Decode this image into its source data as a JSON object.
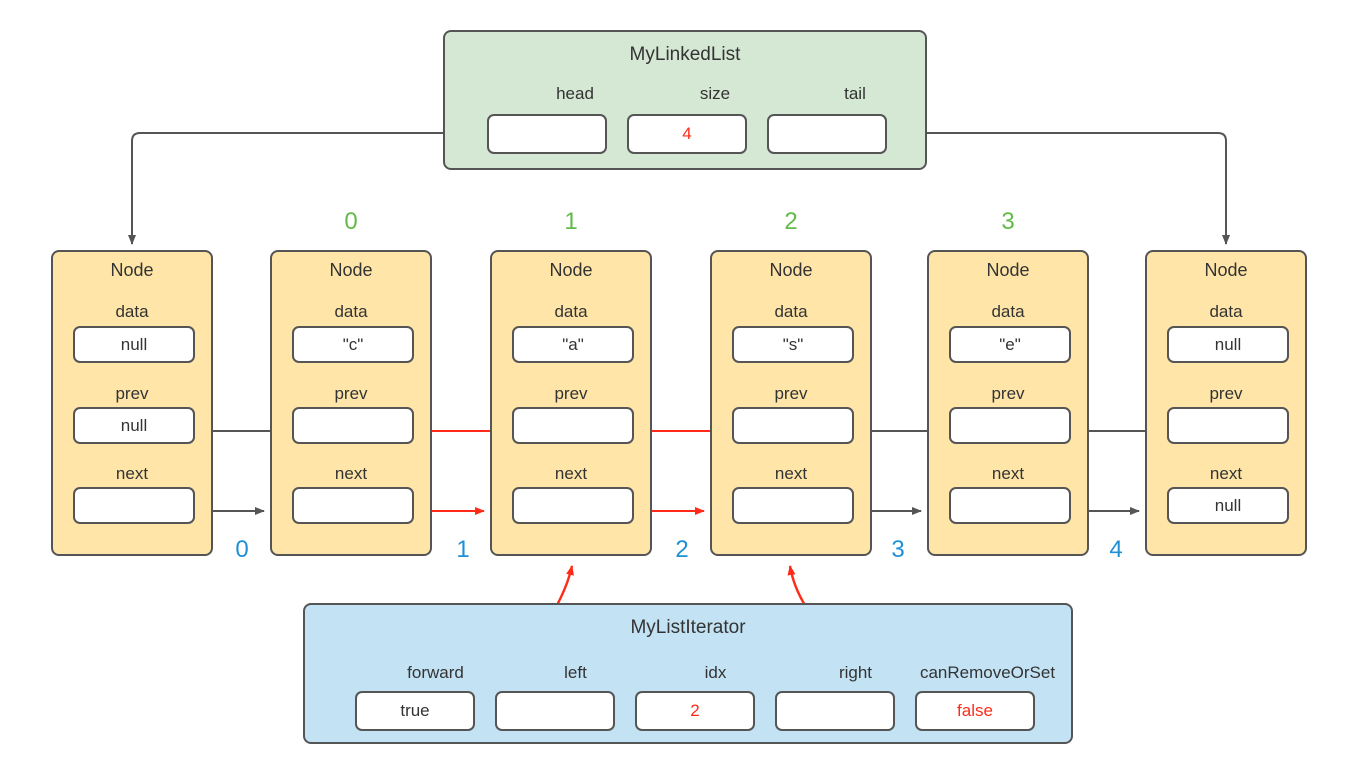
{
  "diagram": {
    "title": "Doubly linked list with list-iterator state",
    "colors": {
      "linkedlist_fill": "#d5e8d4",
      "node_fill": "#ffe6a8",
      "iterator_fill": "#c3e3f5",
      "slot_fill": "#ffffff",
      "stroke": "#555555",
      "red_accent": "#ff2b18",
      "green_index": "#62bb46",
      "blue_index": "#1f8fd6"
    }
  },
  "linked_list": {
    "title": "MyLinkedList",
    "fields": [
      {
        "label": "head",
        "value": ""
      },
      {
        "label": "size",
        "value": "4",
        "red": true
      },
      {
        "label": "tail",
        "value": ""
      }
    ]
  },
  "nodes": [
    {
      "title": "Node",
      "data_label": "data",
      "data_value": "null",
      "prev_label": "prev",
      "prev_value": "null",
      "next_label": "next",
      "next_value": ""
    },
    {
      "title": "Node",
      "data_label": "data",
      "data_value": "\"c\"",
      "prev_label": "prev",
      "prev_value": "",
      "next_label": "next",
      "next_value": ""
    },
    {
      "title": "Node",
      "data_label": "data",
      "data_value": "\"a\"",
      "prev_label": "prev",
      "prev_value": "",
      "next_label": "next",
      "next_value": ""
    },
    {
      "title": "Node",
      "data_label": "data",
      "data_value": "\"s\"",
      "prev_label": "prev",
      "prev_value": "",
      "next_label": "next",
      "next_value": ""
    },
    {
      "title": "Node",
      "data_label": "data",
      "data_value": "\"e\"",
      "prev_label": "prev",
      "prev_value": "",
      "next_label": "next",
      "next_value": ""
    },
    {
      "title": "Node",
      "data_label": "data",
      "data_value": "null",
      "prev_label": "prev",
      "prev_value": "",
      "next_label": "next",
      "next_value": "null"
    }
  ],
  "element_indices": [
    "0",
    "1",
    "2",
    "3"
  ],
  "position_indices": [
    "0",
    "1",
    "2",
    "3",
    "4"
  ],
  "iterator": {
    "title": "MyListIterator",
    "fields": [
      {
        "label": "forward",
        "value": "true"
      },
      {
        "label": "left",
        "value": ""
      },
      {
        "label": "idx",
        "value": "2",
        "red": true
      },
      {
        "label": "right",
        "value": ""
      },
      {
        "label": "canRemoveOrSet",
        "value": "false",
        "red": true
      }
    ]
  }
}
